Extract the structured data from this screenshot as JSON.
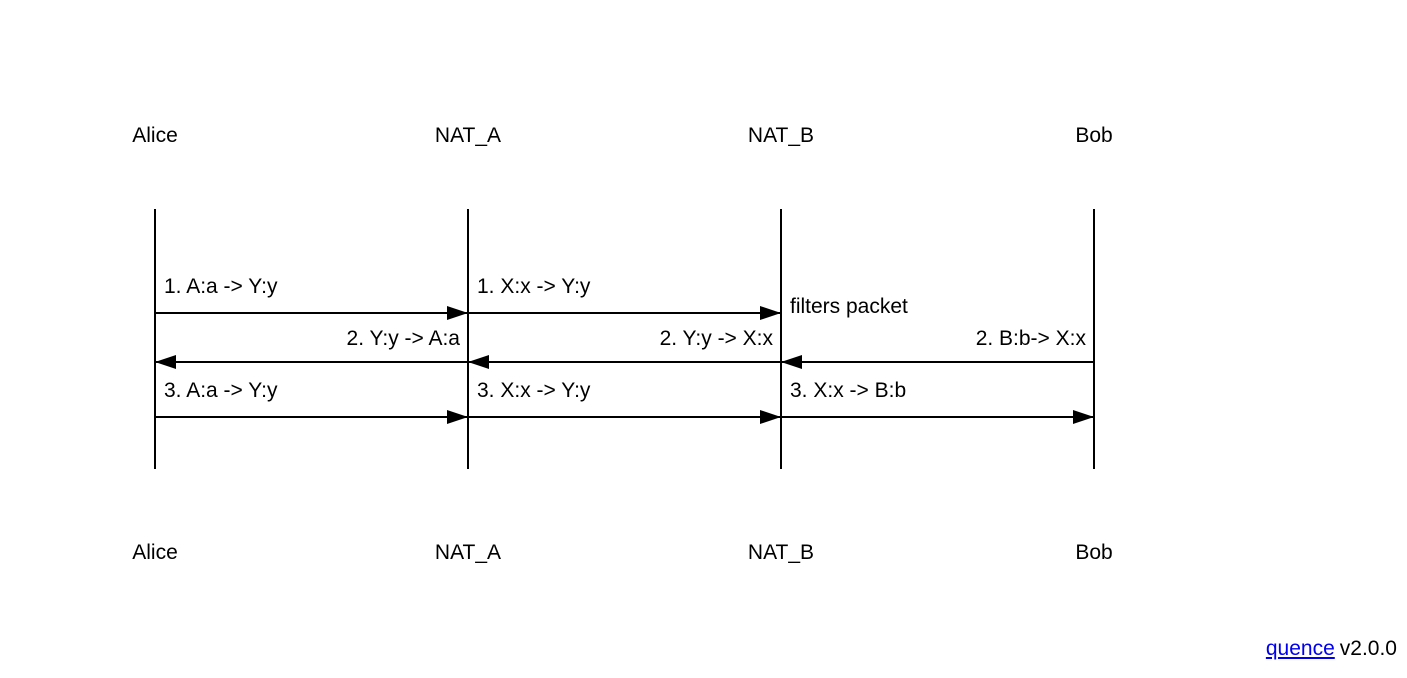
{
  "diagram": {
    "type": "sequence-diagram",
    "actors": [
      "Alice",
      "NAT_A",
      "NAT_B",
      "Bob"
    ],
    "messages": [
      {
        "from": "Alice",
        "to": "NAT_A",
        "direction": "right",
        "label": "1. A:a -> Y:y"
      },
      {
        "from": "NAT_A",
        "to": "NAT_B",
        "direction": "right",
        "label": "1. X:x -> Y:y"
      },
      {
        "from": "NAT_A",
        "to": "Alice",
        "direction": "left",
        "label": "2. Y:y -> A:a"
      },
      {
        "from": "NAT_B",
        "to": "NAT_A",
        "direction": "left",
        "label": "2. Y:y -> X:x"
      },
      {
        "from": "Bob",
        "to": "NAT_B",
        "direction": "left",
        "label": "2. B:b-> X:x"
      },
      {
        "from": "Alice",
        "to": "NAT_A",
        "direction": "right",
        "label": "3. A:a -> Y:y"
      },
      {
        "from": "NAT_A",
        "to": "NAT_B",
        "direction": "right",
        "label": "3. X:x -> Y:y"
      },
      {
        "from": "NAT_B",
        "to": "Bob",
        "direction": "right",
        "label": "3. X:x -> B:b"
      }
    ],
    "note": {
      "actor": "NAT_B",
      "text": "filters packet"
    },
    "colors": {
      "line": "#000000",
      "text": "#000000"
    }
  },
  "footer": {
    "link_label": "quence",
    "version": "v2.0.0",
    "link_color": "#0000EE"
  }
}
